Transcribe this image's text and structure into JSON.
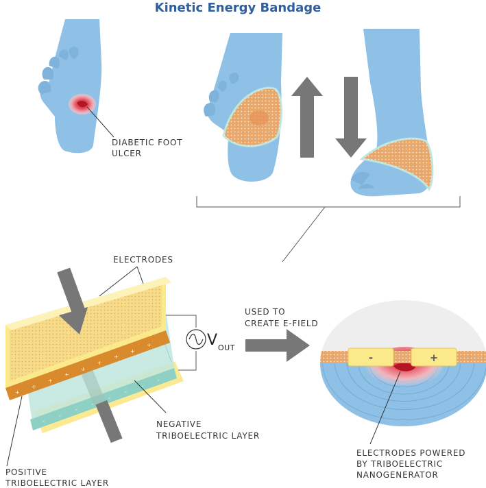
{
  "title": "Kinetic Energy Bandage",
  "labels": {
    "ulcer_line1": "DIABETIC FOOT",
    "ulcer_line2": "ULCER",
    "electrodes": "ELECTRODES",
    "vout_main": "V",
    "vout_sub": "OUT",
    "used_line1": "USED TO",
    "used_line2": "CREATE E-FIELD",
    "negative_line1": "NEGATIVE",
    "negative_line2": "TRIBOELECTRIC LAYER",
    "positive_line1": "POSITIVE",
    "positive_line2": "TRIBOELECTRIC LAYER",
    "powered_line1": "ELECTRODES POWERED",
    "powered_line2": "BY TRIBOELECTRIC",
    "powered_line3": "NANOGENERATOR",
    "minus": "-",
    "plus": "+"
  },
  "colors": {
    "title": "#2f5f9e",
    "skin": "#8fc1e6",
    "skin_dark": "#6fa3cf",
    "bandage": "#e8a86b",
    "electrode": "#fbe98c",
    "negative_layer": "#bfe6de",
    "positive_layer": "#d98a2c",
    "arrow": "#777777"
  },
  "icons": {
    "ac_source": "sine-wave-icon",
    "arrows": [
      "arrow-up-icon",
      "arrow-down-icon",
      "arrow-right-icon"
    ]
  }
}
